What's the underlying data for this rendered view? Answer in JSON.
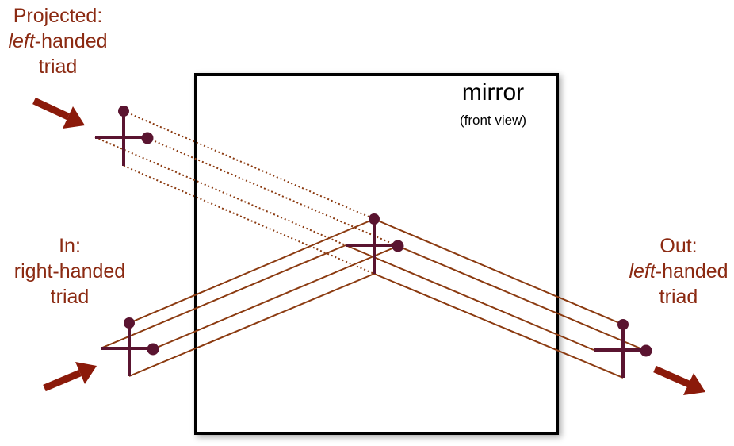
{
  "mirror": {
    "title": "mirror",
    "subtitle": "(front view)"
  },
  "labels": {
    "projected": {
      "line1": "Projected:",
      "line2_italic": "left",
      "line2_rest": "-handed",
      "line3": "triad"
    },
    "in": {
      "line1": "In:",
      "line2": "right-handed",
      "line3": "triad"
    },
    "out": {
      "line1": "Out:",
      "line2_italic": "left",
      "line2_rest": "-handed",
      "line3": "triad"
    }
  },
  "colors": {
    "label": "#8b2a12",
    "arrow": "#8b1a0a",
    "triad": "#5a1430",
    "ray": "#8b3a10",
    "frame": "#000000"
  }
}
